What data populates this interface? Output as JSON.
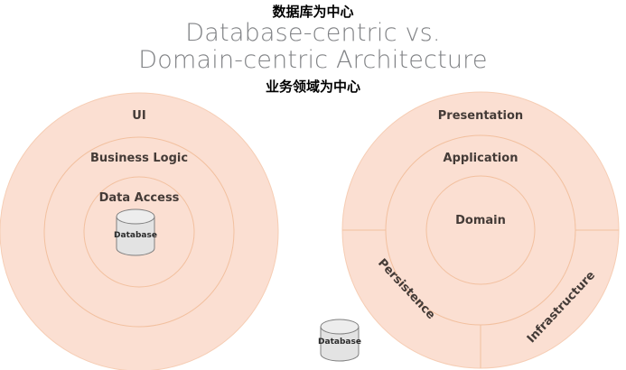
{
  "title": {
    "line1": "Database-centric vs.",
    "line2": "Domain-centric Architecture"
  },
  "annotations": {
    "top_cn": "数据库为中心",
    "bottom_cn": "业务领域为中心"
  },
  "colors": {
    "ring_fill": "#fbdfd2",
    "ring_stroke": "#f3c9ae",
    "title_text": "#808285",
    "label_text": "#443b37",
    "annotation_text": "#000000",
    "cylinder_fill": "#e3e3e3",
    "cylinder_top": "#eeeeee",
    "cylinder_stroke": "#808080",
    "background": "#ffffff"
  },
  "left_diagram": {
    "name": "database-centric-architecture",
    "rings": [
      {
        "label": "UI",
        "level": "outer"
      },
      {
        "label": "Business Logic",
        "level": "middle"
      },
      {
        "label": "Data Access",
        "level": "inner"
      }
    ],
    "center_node": "Database"
  },
  "right_diagram": {
    "name": "domain-centric-architecture",
    "rings": [
      {
        "label": "Presentation",
        "level": "outer-top"
      },
      {
        "label": "Persistence",
        "level": "outer-bottom-left"
      },
      {
        "label": "Infrastructure",
        "level": "outer-bottom-right"
      },
      {
        "label": "Application",
        "level": "middle"
      },
      {
        "label": "Domain",
        "level": "inner"
      }
    ],
    "external_node": "Database"
  }
}
